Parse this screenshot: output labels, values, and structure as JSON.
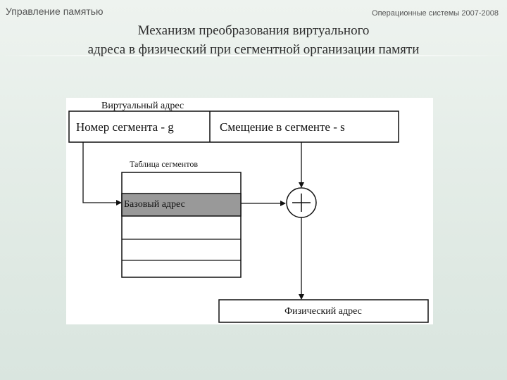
{
  "header": {
    "section": "Управление памятью",
    "course": "Операционные системы 2007-2008"
  },
  "title": {
    "line1": "Механизм преобразования виртуального",
    "line2": "адреса в физический при сегментной организации памяти"
  },
  "diagram": {
    "virtual_address_label": "Виртуальный адрес",
    "segment_number": "Номер сегмента - g",
    "segment_offset": "Смещение в сегменте - s",
    "segment_table_label": "Таблица сегментов",
    "base_address": "Базовый адрес",
    "adder_symbol": "+",
    "physical_address": "Физический адрес"
  }
}
